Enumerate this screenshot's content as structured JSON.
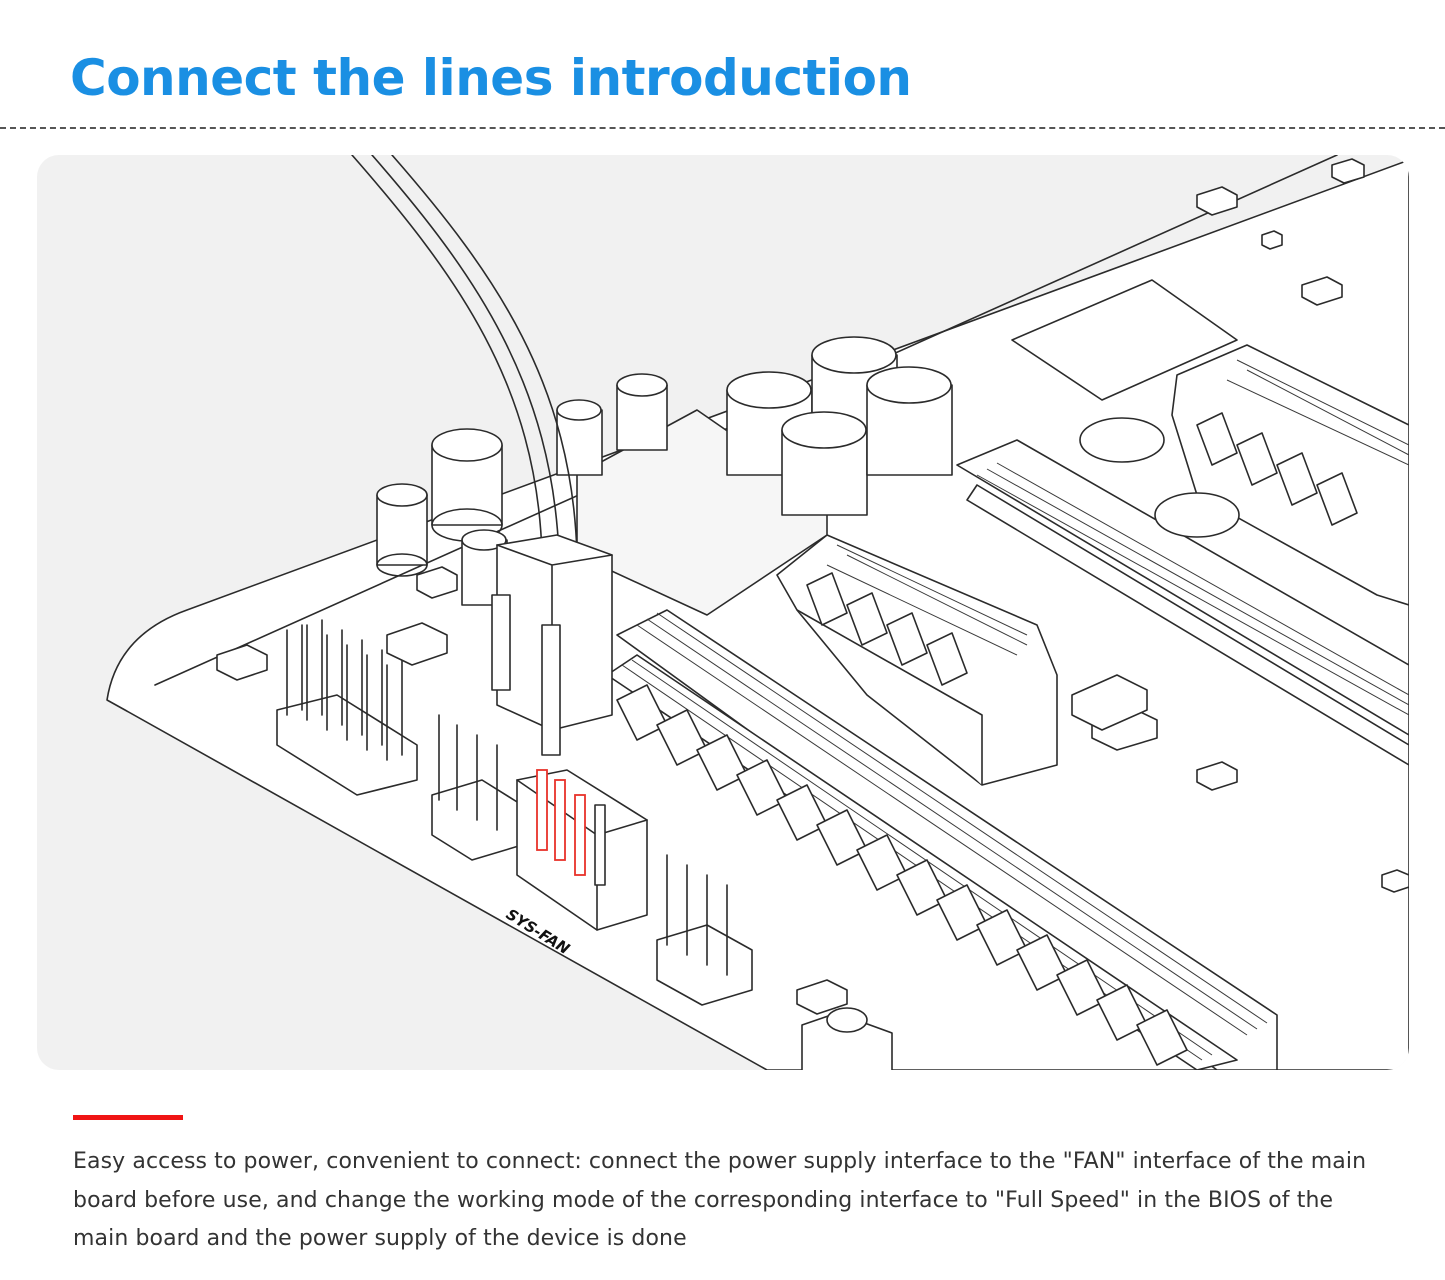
{
  "page": {
    "title": "Connect the lines introduction",
    "accent_color": "#1a8fe3",
    "bar_color": "#f01414"
  },
  "figure": {
    "description_icon": "motherboard-line-illustration",
    "connector_label": "SYS-FAN",
    "highlight_color": "#e8322a"
  },
  "description": {
    "text": "Easy access to power, convenient to connect: connect the power supply interface to the \"FAN\" interface of the main board before use, and change the working mode of the corresponding interface to \"Full Speed\" in the BIOS of the main board and the power supply of the device is done"
  }
}
